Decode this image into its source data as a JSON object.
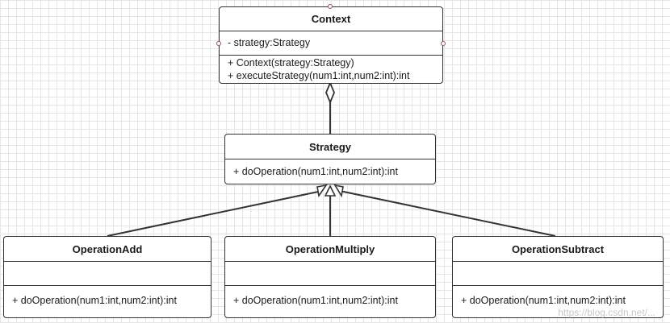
{
  "diagram": {
    "classes": {
      "context": {
        "name": "Context",
        "attributes": [
          "- strategy:Strategy"
        ],
        "operations": [
          "+ Context(strategy:Strategy)",
          "+ executeStrategy(num1:int,num2:int):int"
        ]
      },
      "strategy": {
        "name": "Strategy",
        "operations": [
          "+ doOperation(num1:int,num2:int):int"
        ]
      },
      "operation_add": {
        "name": "OperationAdd",
        "operations": [
          "+ doOperation(num1:int,num2:int):int"
        ]
      },
      "operation_multiply": {
        "name": "OperationMultiply",
        "operations": [
          "+ doOperation(num1:int,num2:int):int"
        ]
      },
      "operation_subtract": {
        "name": "OperationSubtract",
        "operations": [
          "+ doOperation(num1:int,num2:int):int"
        ]
      }
    },
    "relationships": [
      {
        "type": "aggregation",
        "whole": "Context",
        "part": "Strategy"
      },
      {
        "type": "realization",
        "from": "OperationAdd",
        "to": "Strategy"
      },
      {
        "type": "realization",
        "from": "OperationMultiply",
        "to": "Strategy"
      },
      {
        "type": "realization",
        "from": "OperationSubtract",
        "to": "Strategy"
      }
    ],
    "colors": {
      "border": "#333333",
      "grid": "#e6e6e6",
      "selection_handle": "#a05050"
    },
    "watermark": "https://blog.csdn.net/..."
  }
}
